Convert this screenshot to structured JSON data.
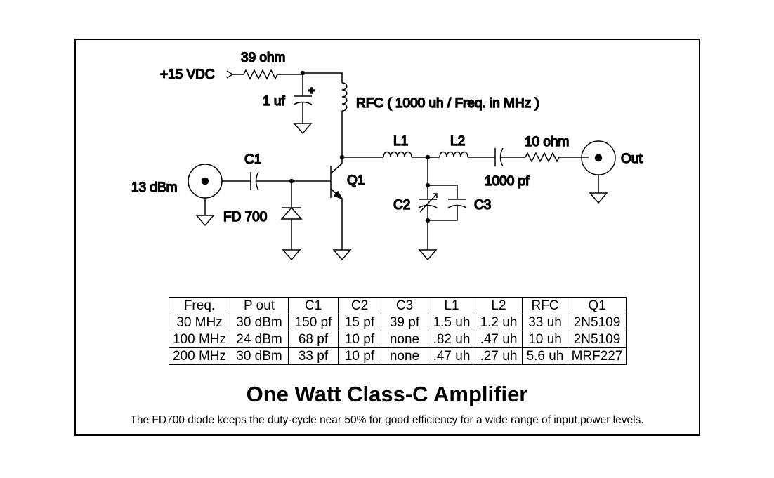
{
  "labels": {
    "supply": "+15 VDC",
    "r1": "39 ohm",
    "cap_1uf": "1 uf",
    "plus": "+",
    "rfc": "RFC ( 1000 uh /  Freq.  in MHz )",
    "l1": "L1",
    "l2": "L2",
    "r2": "10 ohm",
    "c1": "C1",
    "q1": "Q1",
    "input": "13 dBm",
    "diode": "FD 700",
    "cap_1000pf": "1000 pf",
    "c2": "C2",
    "c3": "C3",
    "output": "Out"
  },
  "table": {
    "headers": [
      "Freq.",
      "P out",
      "C1",
      "C2",
      "C3",
      "L1",
      "L2",
      "RFC",
      "Q1"
    ],
    "rows": [
      [
        "30 MHz",
        "30 dBm",
        "150 pf",
        "15 pf",
        "39 pf",
        "1.5 uh",
        "1.2 uh",
        "33 uh",
        "2N5109"
      ],
      [
        "100 MHz",
        "24 dBm",
        "68 pf",
        "10 pf",
        "none",
        ".82 uh",
        ".47 uh",
        "10 uh",
        "2N5109"
      ],
      [
        "200 MHz",
        "30 dBm",
        "33 pf",
        "10 pf",
        "none",
        ".47 uh",
        ".27 uh",
        "5.6 uh",
        "MRF227"
      ]
    ]
  },
  "title": "One Watt Class-C Amplifier",
  "caption": "The FD700 diode keeps the duty-cycle near 50% for good efficiency for a wide range of input power levels."
}
